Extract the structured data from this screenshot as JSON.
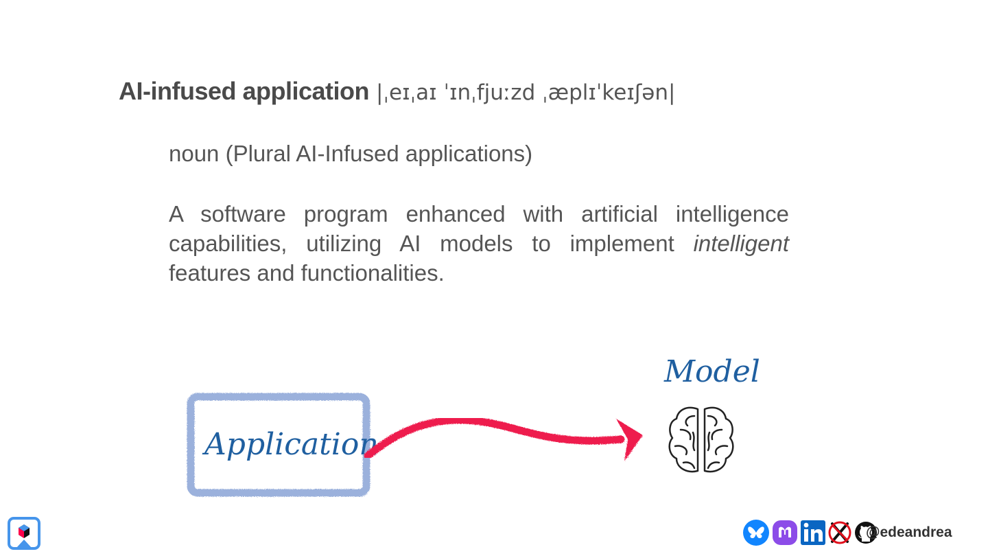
{
  "slide": {
    "term": "AI-infused application",
    "pronunciation": "|ˌeɪˌaɪ ˈɪnˌfjuːzd ˌæplɪˈkeɪʃən|",
    "part_of_speech": "noun (Plural AI-Infused applications)",
    "definition_start": "A software program enhanced with artificial intelligence capabilities, utilizing AI models to implement ",
    "definition_emphasis": "intelligent",
    "definition_end": " features and functionalities."
  },
  "diagram": {
    "application_label": "Application",
    "model_label": "Model",
    "box_color": "#8aa4d6",
    "arrow_color": "#ee1c4e",
    "text_color": "#1f5fa0",
    "model_icon": "brain-icon"
  },
  "footer": {
    "logo_icon": "quarkus-logo-icon",
    "social_icons": [
      "bluesky-icon",
      "mastodon-icon",
      "linkedin-icon",
      "x-crossed-icon",
      "github-icon"
    ],
    "handle": "@edeandrea"
  }
}
